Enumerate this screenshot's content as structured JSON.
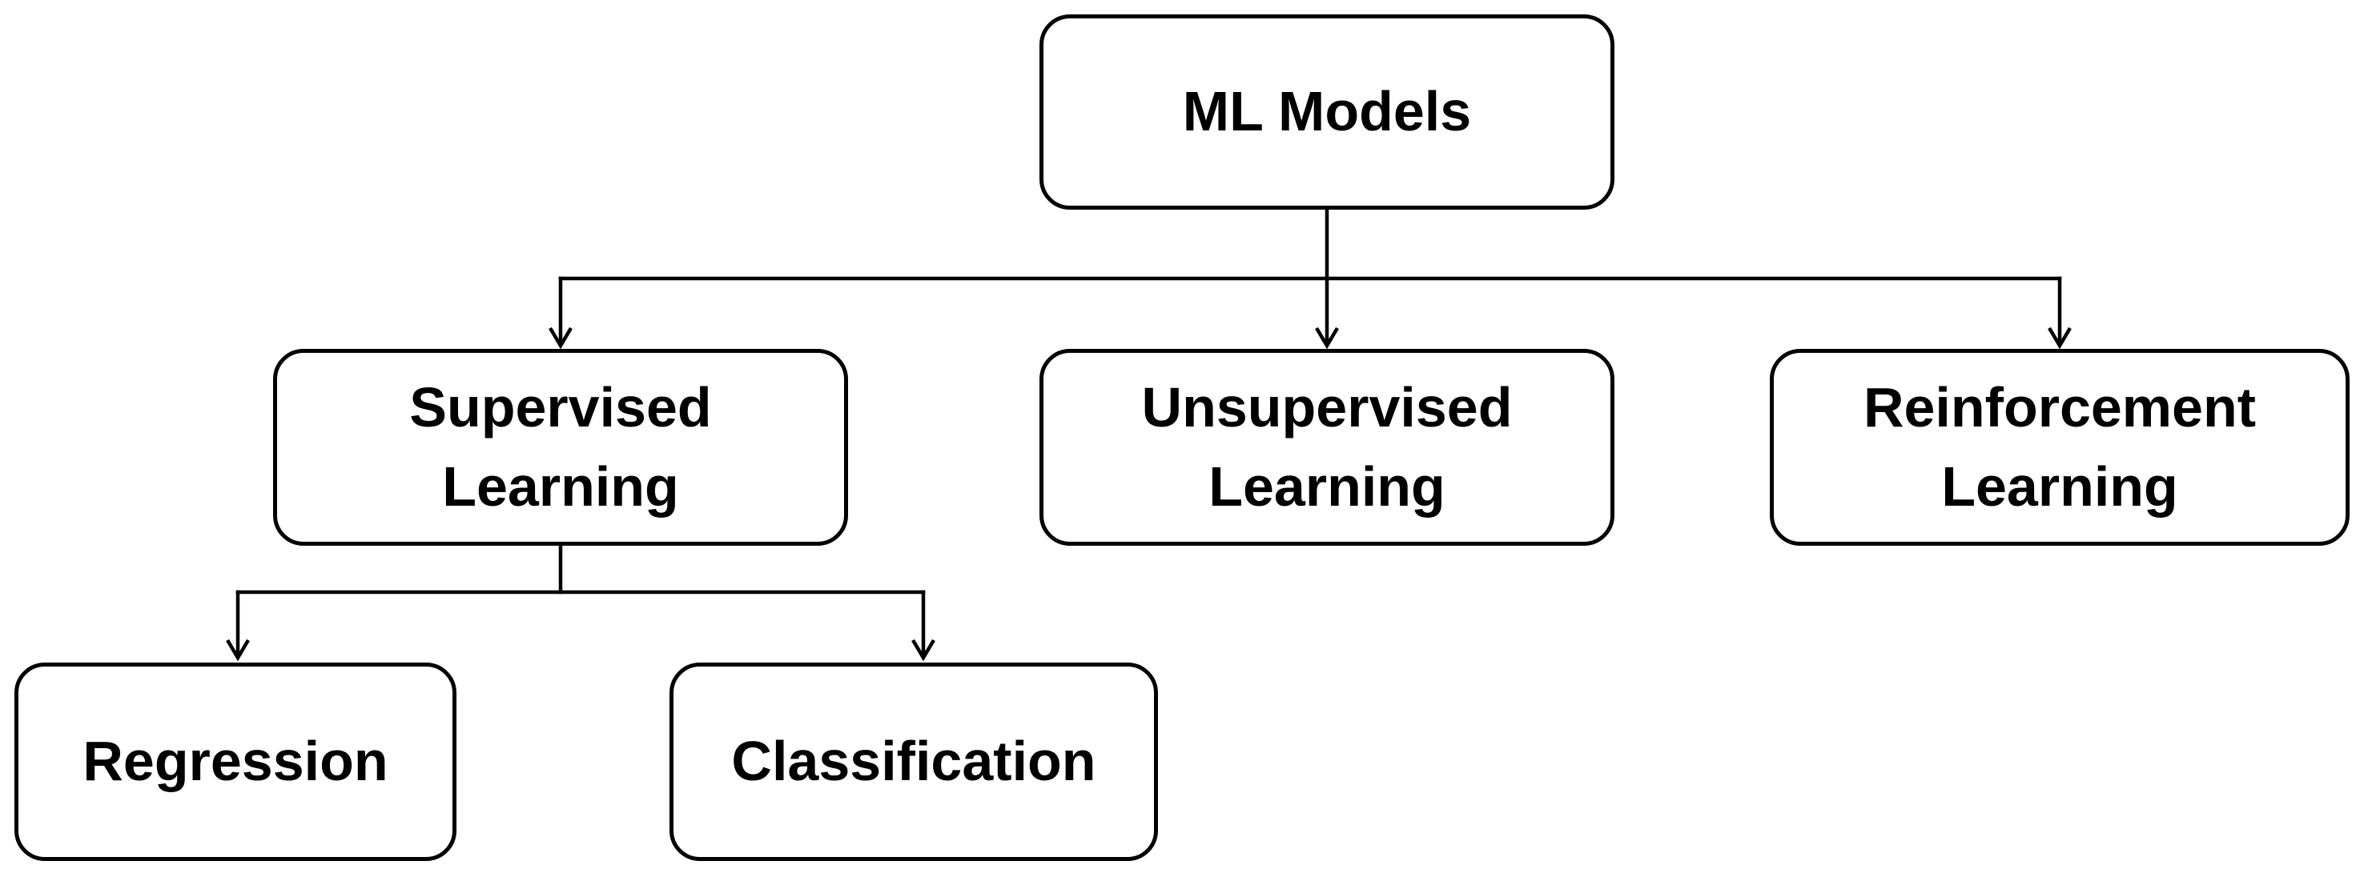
{
  "diagram": {
    "root": {
      "label": "ML Models"
    },
    "supervised": {
      "line1": "Supervised",
      "line2": "Learning"
    },
    "unsupervised": {
      "line1": "Unsupervised",
      "line2": "Learning"
    },
    "reinforcement": {
      "line1": "Reinforcement",
      "line2": "Learning"
    },
    "regression": {
      "label": "Regression"
    },
    "classification": {
      "label": "Classification"
    }
  }
}
